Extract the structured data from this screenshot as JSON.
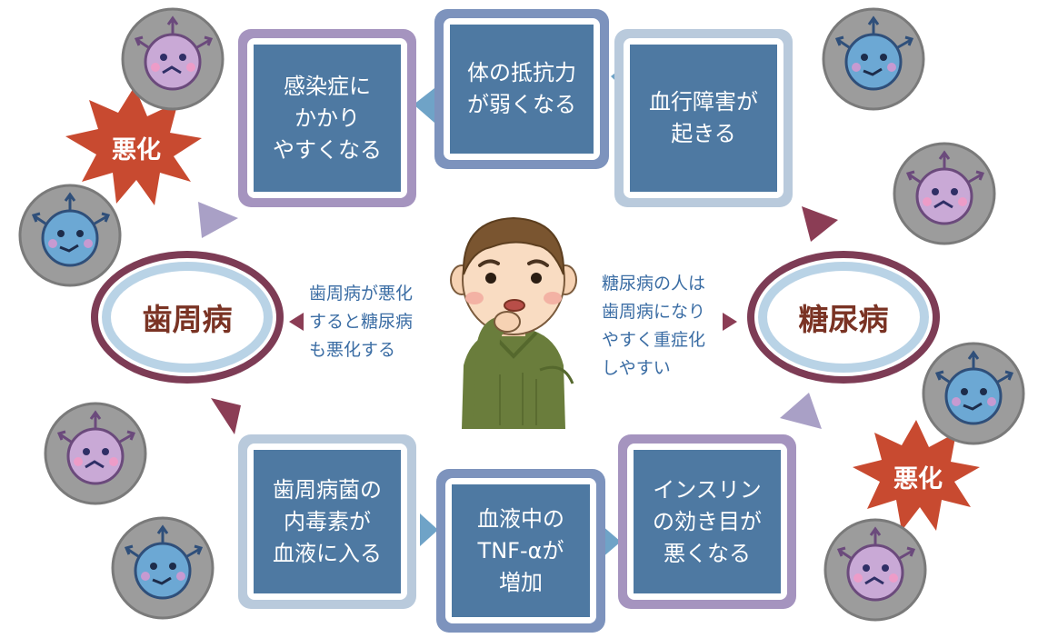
{
  "colors": {
    "panel_blue": "#4e79a2",
    "frame_purple": "#a594bf",
    "frame_blue": "#7d93bd",
    "frame_light": "#b9cadc",
    "disease_ring": "#7d3c55",
    "disease_text": "#7a3324",
    "note_text": "#3b6da4",
    "burst_fill": "#c84a30",
    "arrow_maroon": "#8b3d55",
    "arrow_purple": "#a9a0c6",
    "arrow_blue": "#6fa3c7"
  },
  "diseases": {
    "periodontal": "歯周病",
    "diabetes": "糖尿病"
  },
  "top_flow": {
    "infection": [
      "感染症に",
      "かかり",
      "やすくなる"
    ],
    "resistance": [
      "体の抵抗力",
      "が弱くなる"
    ],
    "circulation": [
      "血行障害が",
      "起きる"
    ]
  },
  "bottom_flow": {
    "toxin": [
      "歯周病菌の",
      "内毒素が",
      "血液に入る"
    ],
    "tnf": [
      "血液中の",
      "TNF-αが",
      "増加"
    ],
    "insulin": [
      "インスリン",
      "の効き目が",
      "悪くなる"
    ]
  },
  "notes": {
    "left": [
      "歯周病が悪化",
      "すると糖尿病",
      "も悪化する"
    ],
    "right": [
      "糖尿病の人は",
      "歯周病になり",
      "やすく重症化",
      "しやすい"
    ]
  },
  "burst": {
    "left": "悪化",
    "right": "悪化"
  },
  "icons": {
    "bacteria_pink": "bacteria-pink-icon",
    "bacteria_blue": "bacteria-blue-icon",
    "worried_person": "worried-person-icon"
  }
}
